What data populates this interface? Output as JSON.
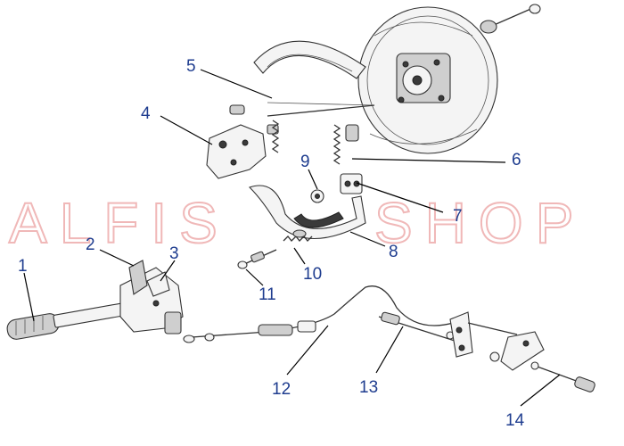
{
  "watermark": {
    "left": "ALFIS",
    "right": "SHOP"
  },
  "callouts": [
    {
      "label": "1"
    },
    {
      "label": "2"
    },
    {
      "label": "3"
    },
    {
      "label": "4"
    },
    {
      "label": "5"
    },
    {
      "label": "6"
    },
    {
      "label": "7"
    },
    {
      "label": "8"
    },
    {
      "label": "9"
    },
    {
      "label": "10"
    },
    {
      "label": "11"
    },
    {
      "label": "12"
    },
    {
      "label": "13"
    },
    {
      "label": "14"
    }
  ],
  "colors": {
    "callout_text": "#1f3d8f",
    "watermark": "#f0b8b8",
    "linework": "#333333"
  }
}
